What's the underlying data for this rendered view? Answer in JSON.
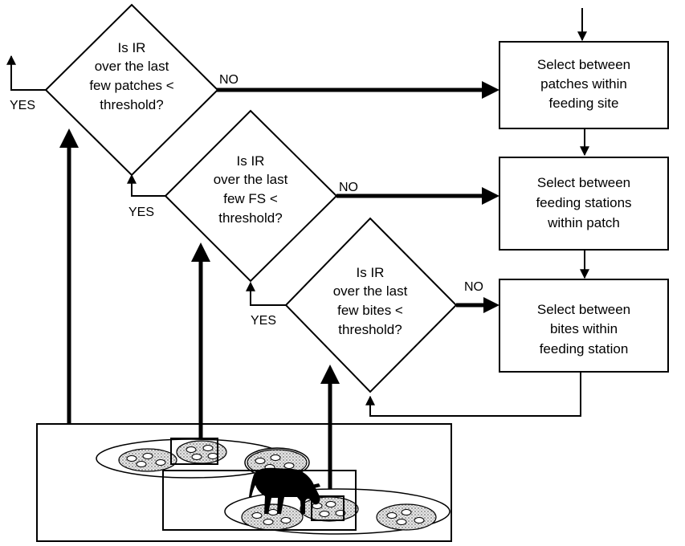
{
  "decisions": {
    "patches": {
      "lines": [
        "Is IR",
        "over the last",
        "few patches <",
        "threshold?"
      ],
      "yes": "YES",
      "no": "NO"
    },
    "stations": {
      "lines": [
        "Is IR",
        "over the last",
        "few FS <",
        "threshold?"
      ],
      "yes": "YES",
      "no": "NO"
    },
    "bites": {
      "lines": [
        "Is IR",
        "over the last",
        "few bites <",
        "threshold?"
      ],
      "yes": "YES",
      "no": "NO"
    }
  },
  "boxes": {
    "patches": {
      "lines": [
        "Select between",
        "patches within",
        "feeding site"
      ]
    },
    "stations": {
      "lines": [
        "Select between",
        "feeding stations",
        "within patch"
      ]
    },
    "bites": {
      "lines": [
        "Select between",
        "bites within",
        "feeding station"
      ]
    }
  },
  "colors": {
    "line": "#000000",
    "background": "#ffffff",
    "patch_fill": "#cfcfcf"
  }
}
